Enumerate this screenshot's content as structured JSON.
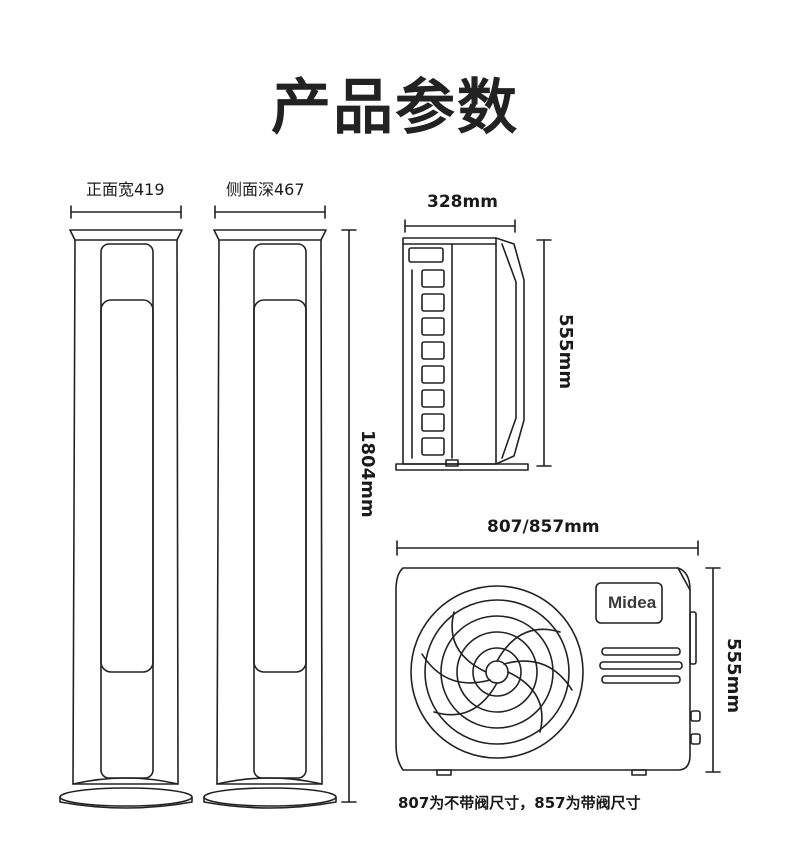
{
  "title": "产品参数",
  "indoor_unit": {
    "front_width_label": "正面宽419",
    "side_depth_label": "侧面深467",
    "height_label": "1804mm"
  },
  "outdoor_unit_side": {
    "depth_label": "328mm",
    "height_label": "555mm"
  },
  "outdoor_unit_front": {
    "width_label": "807/857mm",
    "height_label": "555mm",
    "brand_logo": "Midea"
  },
  "footnote": "807为不带阀尺寸，857为带阀尺寸"
}
